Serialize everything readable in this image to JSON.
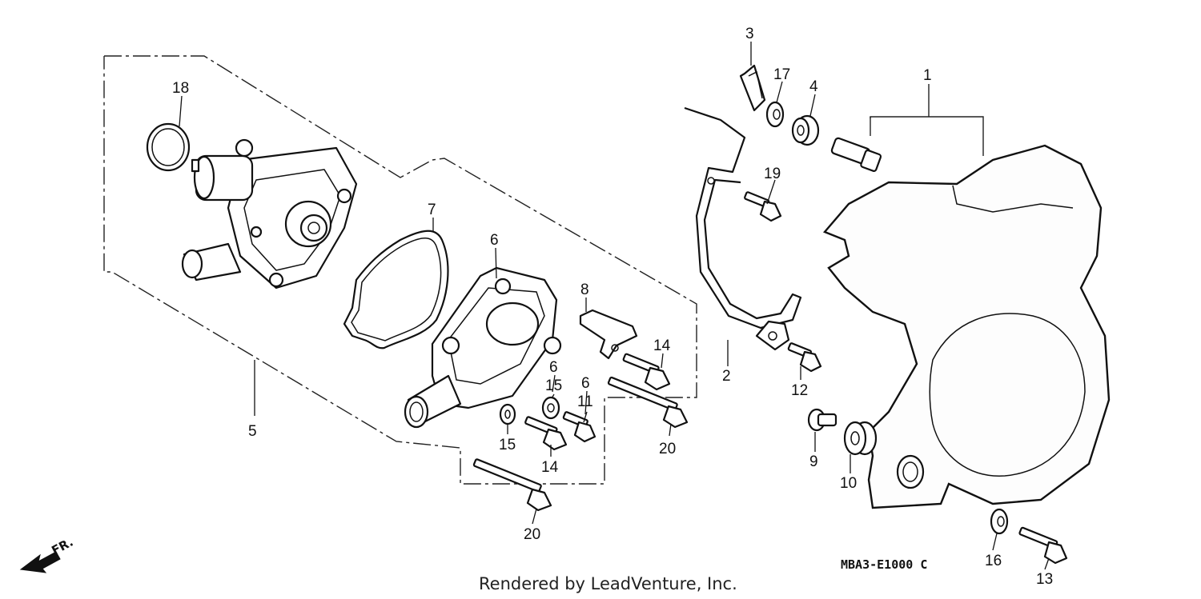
{
  "diagram": {
    "callouts": {
      "c1": "1",
      "c2": "2",
      "c3": "3",
      "c4": "4",
      "c5": "5",
      "c6a": "6",
      "c6b": "6",
      "c6c": "6",
      "c7": "7",
      "c8": "8",
      "c9": "9",
      "c10": "10",
      "c11": "11",
      "c12": "12",
      "c13": "13",
      "c14a": "14",
      "c14b": "14",
      "c15a": "15",
      "c15b": "15",
      "c16": "16",
      "c17": "17",
      "c18": "18",
      "c19": "19",
      "c20a": "20",
      "c20b": "20"
    },
    "diagram_code": "MBA3-E1000 C",
    "credit": "Rendered by LeadVenture, Inc.",
    "direction_label": "FR."
  }
}
